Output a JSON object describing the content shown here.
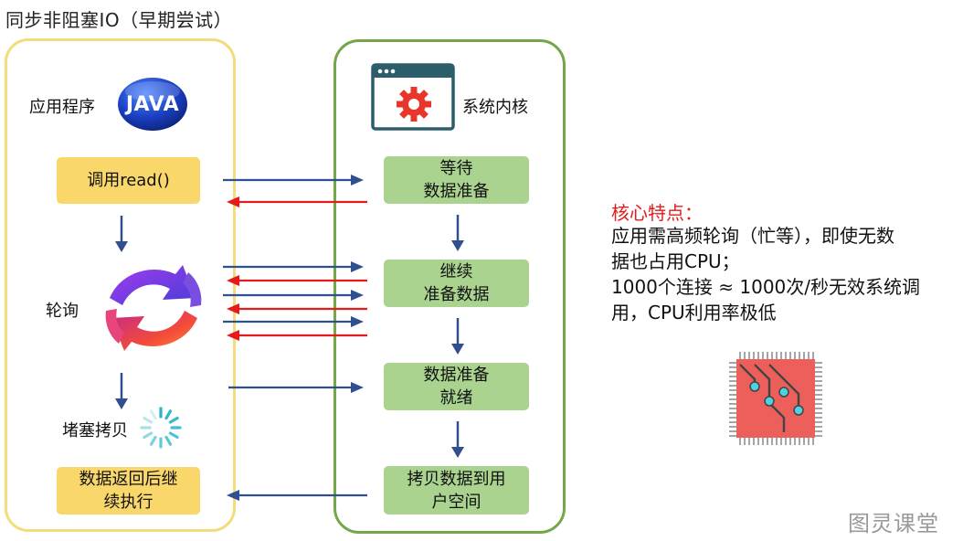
{
  "title": "同步非阻塞IO（早期尝试）",
  "app": {
    "label": "应用程序",
    "logo_text": "JAVA",
    "call_read": "调用read()",
    "polling": "轮询",
    "blocked_copy": "堵塞拷贝",
    "return_line1": "数据返回后继",
    "return_line2": "续执行"
  },
  "kernel": {
    "label": "系统内核",
    "wait_line1": "等待",
    "wait_line2": "数据准备",
    "continue_line1": "继续",
    "continue_line2": "准备数据",
    "ready_line1": "数据准备",
    "ready_line2": "就绪",
    "copy_line1": "拷贝数据到用",
    "copy_line2": "户空间"
  },
  "features": {
    "title": "核心特点：",
    "line1": "应用需高频轮询（忙等），即使无数",
    "line2": "据也占用CPU；",
    "line3": "1000个连接 ≈ 1000次/秒无效系统调",
    "line4": "用，CPU利用率极低"
  },
  "watermark": "图灵课堂",
  "icons": {
    "logo": "java-logo-icon",
    "kernel": "kernel-window-gear-icon",
    "polling": "refresh-cycle-icon",
    "loading": "loading-spinner-icon",
    "chip": "cpu-chip-icon"
  },
  "colors": {
    "app_border": "#f3dc7a",
    "kernel_border": "#73a747",
    "app_box": "#fad76a",
    "kernel_box": "#a9d38e",
    "arrow_blue": "#2f4f8f",
    "arrow_red": "#e31b1b",
    "accent_red": "#e31b1b"
  }
}
